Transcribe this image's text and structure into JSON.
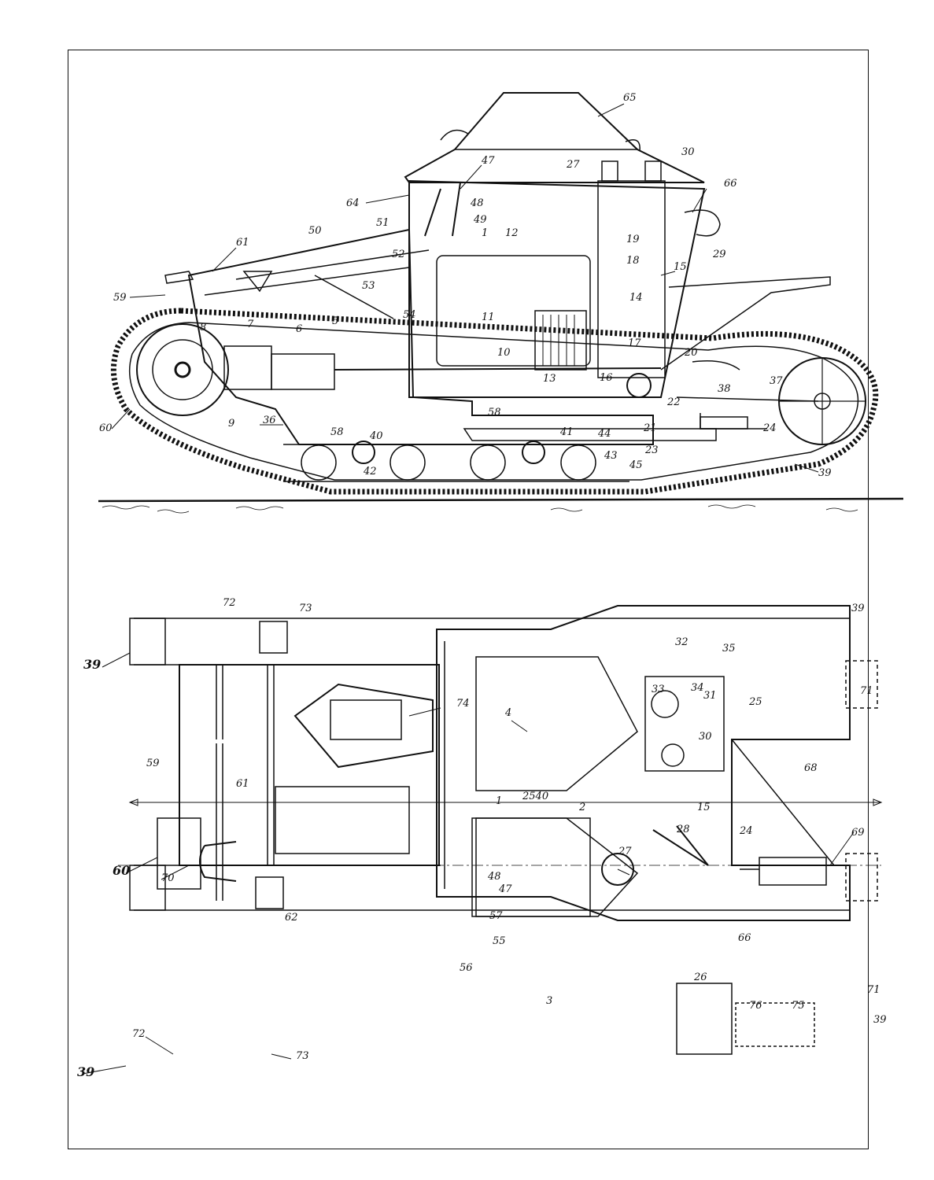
{
  "colors": {
    "ink": "#111111",
    "paper": "#ffffff"
  },
  "side_view": {
    "labels": [
      "65",
      "47",
      "27",
      "30",
      "66",
      "64",
      "48",
      "49",
      "1",
      "12",
      "19",
      "29",
      "61",
      "50",
      "51",
      "52",
      "18",
      "15",
      "59",
      "53",
      "54",
      "14",
      "5",
      "6",
      "7",
      "8",
      "11",
      "10",
      "13",
      "17",
      "20",
      "16",
      "38",
      "37",
      "22",
      "58",
      "60",
      "9",
      "36",
      "58",
      "40",
      "41",
      "44",
      "21",
      "24",
      "23",
      "42",
      "43",
      "45",
      "39"
    ]
  },
  "plan_view": {
    "labels": [
      "72",
      "73",
      "39",
      "39",
      "32",
      "35",
      "33",
      "34",
      "31",
      "25",
      "71",
      "74",
      "4",
      "59",
      "30",
      "61",
      "68",
      "2540",
      "1",
      "2",
      "15",
      "28",
      "60",
      "70",
      "24",
      "69",
      "27",
      "48",
      "47",
      "57",
      "62",
      "55",
      "66",
      "56",
      "26",
      "3",
      "76",
      "75",
      "71",
      "72",
      "73",
      "39",
      "39"
    ],
    "dimension": "2540"
  }
}
